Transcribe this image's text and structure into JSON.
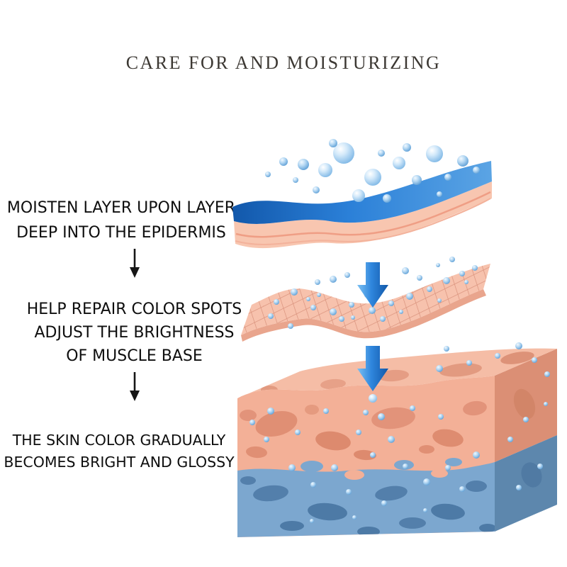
{
  "title": "CARE FOR AND MOISTURIZING",
  "steps": [
    {
      "lines": [
        "MOISTEN LAYER UPON LAYER",
        "DEEP INTO THE EPIDERMIS"
      ]
    },
    {
      "lines": [
        "HELP REPAIR COLOR SPOTS",
        "ADJUST THE BRIGHTNESS",
        "OF MUSCLE BASE"
      ]
    },
    {
      "lines": [
        "THE SKIN COLOR GRADUALLY",
        "BECOMES BRIGHT AND GLOSSY"
      ]
    }
  ],
  "illustration": {
    "layers": [
      "water-film-layer",
      "epidermis-mesh-sheet",
      "dermis-tissue-block"
    ],
    "colors": {
      "title_text": "#3c3833",
      "body_text": "#0e0e0e",
      "water_blue_dark": "#1258ab",
      "water_blue_light": "#5ba4e4",
      "bubble_blue": "#aed4f2",
      "skin_pink": "#f3b097",
      "skin_blob_pink": "#e08f74",
      "hydrated_blue": "#7ca7cf",
      "hydrated_blob_blue": "#537fab",
      "arrow_blue": "#2f86dd",
      "flow_arrow_black": "#161616"
    }
  }
}
